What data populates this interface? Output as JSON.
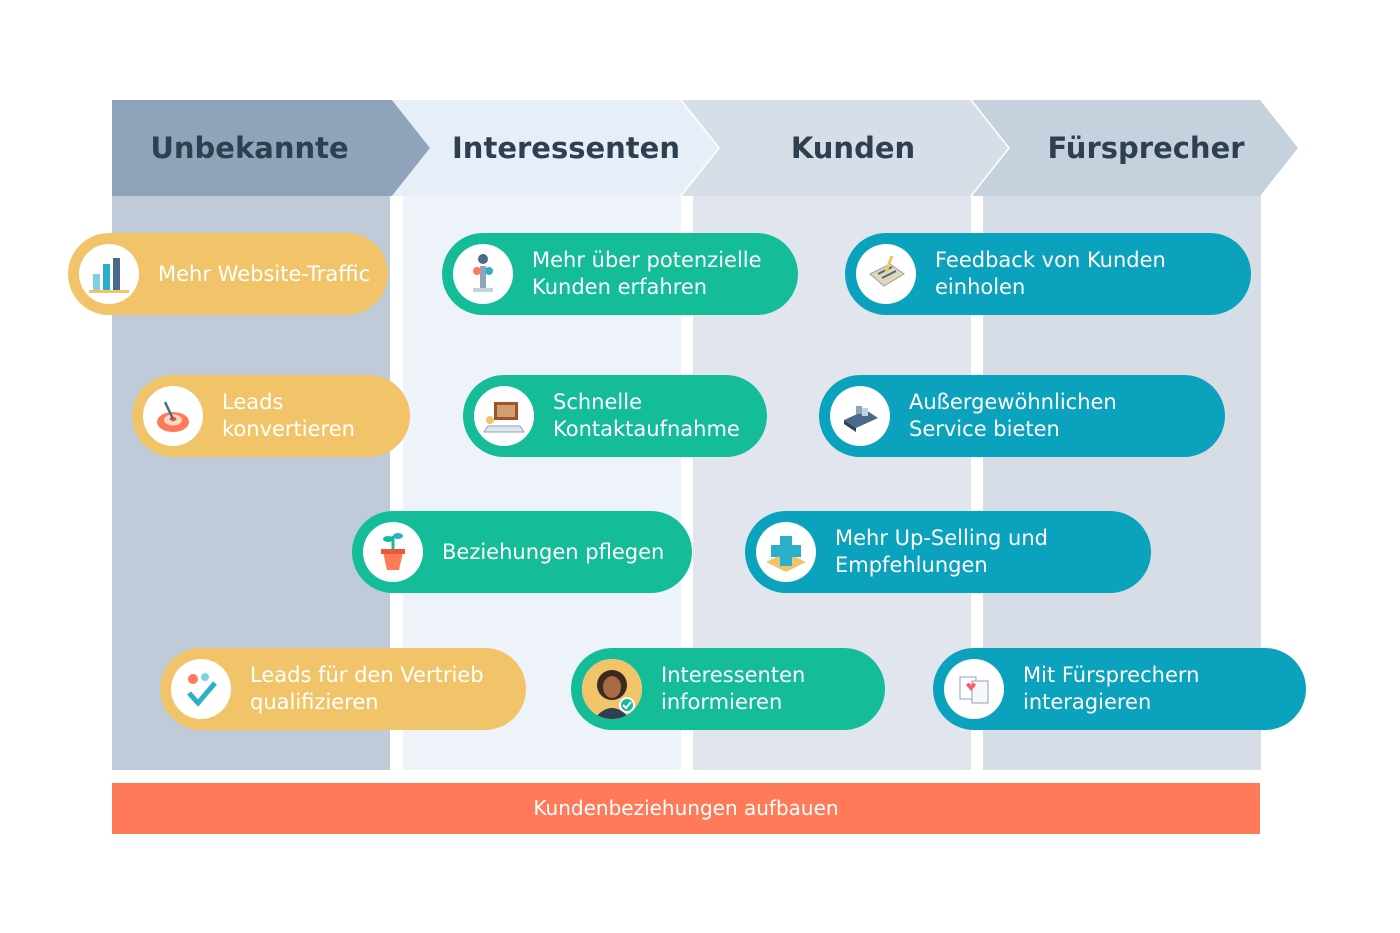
{
  "stages": [
    {
      "label": "Unbekannte"
    },
    {
      "label": "Interessenten"
    },
    {
      "label": "Kunden"
    },
    {
      "label": "Fürsprecher"
    }
  ],
  "items": [
    {
      "label": "Mehr Website-Traffic",
      "color": "orange",
      "icon": "chart-icon"
    },
    {
      "label": "Leads\nkonvertieren",
      "color": "orange",
      "icon": "target-icon"
    },
    {
      "label": "Leads für den Vertrieb\nqualifizieren",
      "color": "orange",
      "icon": "checklist-icon"
    },
    {
      "label": "Mehr über potenzielle\nKunden erfahren",
      "color": "green",
      "icon": "figure-icon"
    },
    {
      "label": "Schnelle\nKontaktaufnahme",
      "color": "green",
      "icon": "laptop-icon"
    },
    {
      "label": "Beziehungen pflegen",
      "color": "green",
      "icon": "plant-icon"
    },
    {
      "label": "Interessenten\ninformieren",
      "color": "green",
      "icon": "avatar-icon"
    },
    {
      "label": "Feedback von Kunden\neinholen",
      "color": "teal",
      "icon": "clipboard-icon"
    },
    {
      "label": "Außergewöhnlichen\nService bieten",
      "color": "teal",
      "icon": "service-bell-icon"
    },
    {
      "label": "Mehr Up-Selling und\nEmpfehlungen",
      "color": "teal",
      "icon": "plus-icon"
    },
    {
      "label": "Mit Fürsprechern\ninteragieren",
      "color": "teal",
      "icon": "heart-card-icon"
    }
  ],
  "footer": {
    "label": "Kundenbeziehungen aufbauen"
  },
  "colors": {
    "stage1": "#8fa3bb",
    "stage2": "#e6eef7",
    "stage3": "#d6dee8",
    "stage4": "#c6d1de",
    "orange": "#f2c46a",
    "green": "#14bc98",
    "teal": "#0aa2bc",
    "footer": "#ff7a59"
  }
}
